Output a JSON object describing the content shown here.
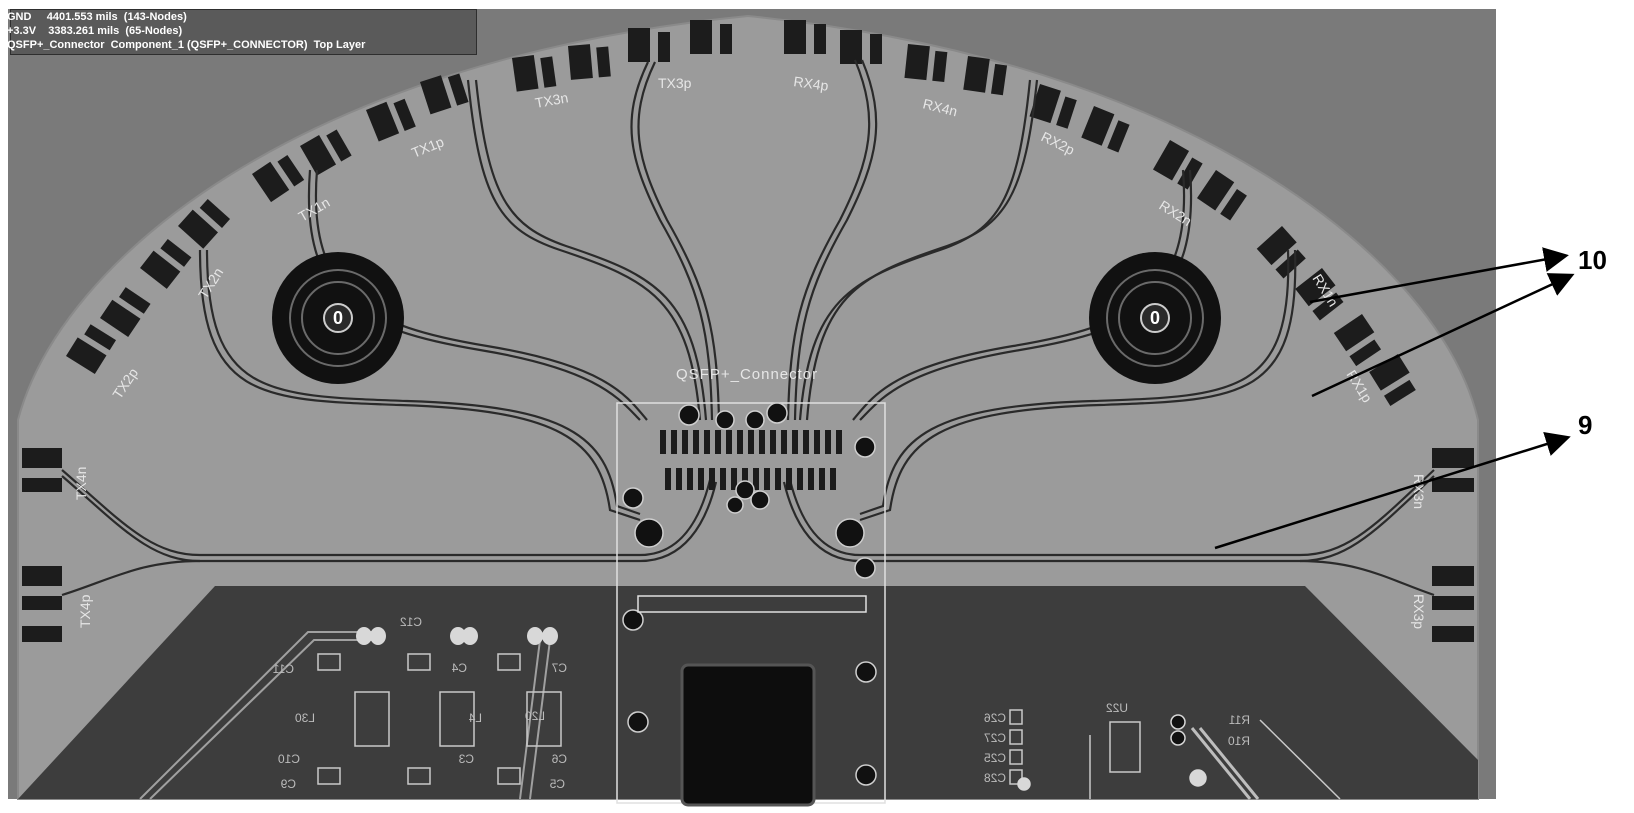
{
  "info_panel": {
    "line1": "GND     4401.553 mils  (143-Nodes)",
    "line2": "+3.3V    3383.261 mils  (65-Nodes)",
    "line3": "QSFP+_Connector  Component_1 (QSFP+_CONNECTOR)  Top Layer"
  },
  "board": {
    "component_label": "QSFP+_Connector",
    "hole_left": "0",
    "hole_right": "0",
    "net_labels": {
      "tx3n": "TX3n",
      "tx3p": "TX3p",
      "rx4p": "RX4p",
      "rx4n": "RX4n",
      "tx1p": "TX1p",
      "tx1n": "TX1n",
      "rx2p": "RX2p",
      "rx2n": "RX2n",
      "tx2n": "TX2n",
      "tx2p": "TX2p",
      "rx1n": "RX1n",
      "rx1p": "RX1p",
      "tx4n": "TX4n",
      "tx4p": "TX4p",
      "rx3n": "RX3n",
      "rx3p": "RX3p"
    },
    "refdes": {
      "c12": "C12",
      "c11": "C11",
      "l20": "L20",
      "l30": "L30",
      "l4": "L4",
      "c10": "C10",
      "c3": "C3",
      "c9": "C9",
      "c6": "C6",
      "c5": "C5",
      "c7": "C7",
      "c4": "C4",
      "u22": "U22",
      "c26": "C26",
      "c27": "C27",
      "c25": "C25",
      "c28": "C28",
      "r11": "R11",
      "r10": "R10"
    }
  },
  "callouts": {
    "label_10": "10",
    "label_9": "9"
  },
  "colors": {
    "background": "#7a7a7a",
    "board_fill": "#9b9b9b",
    "board_dark": "#3d3d3d",
    "trace": "#2a2a2a",
    "silk": "#e0e0e0",
    "pad": "#1c1c1c"
  }
}
